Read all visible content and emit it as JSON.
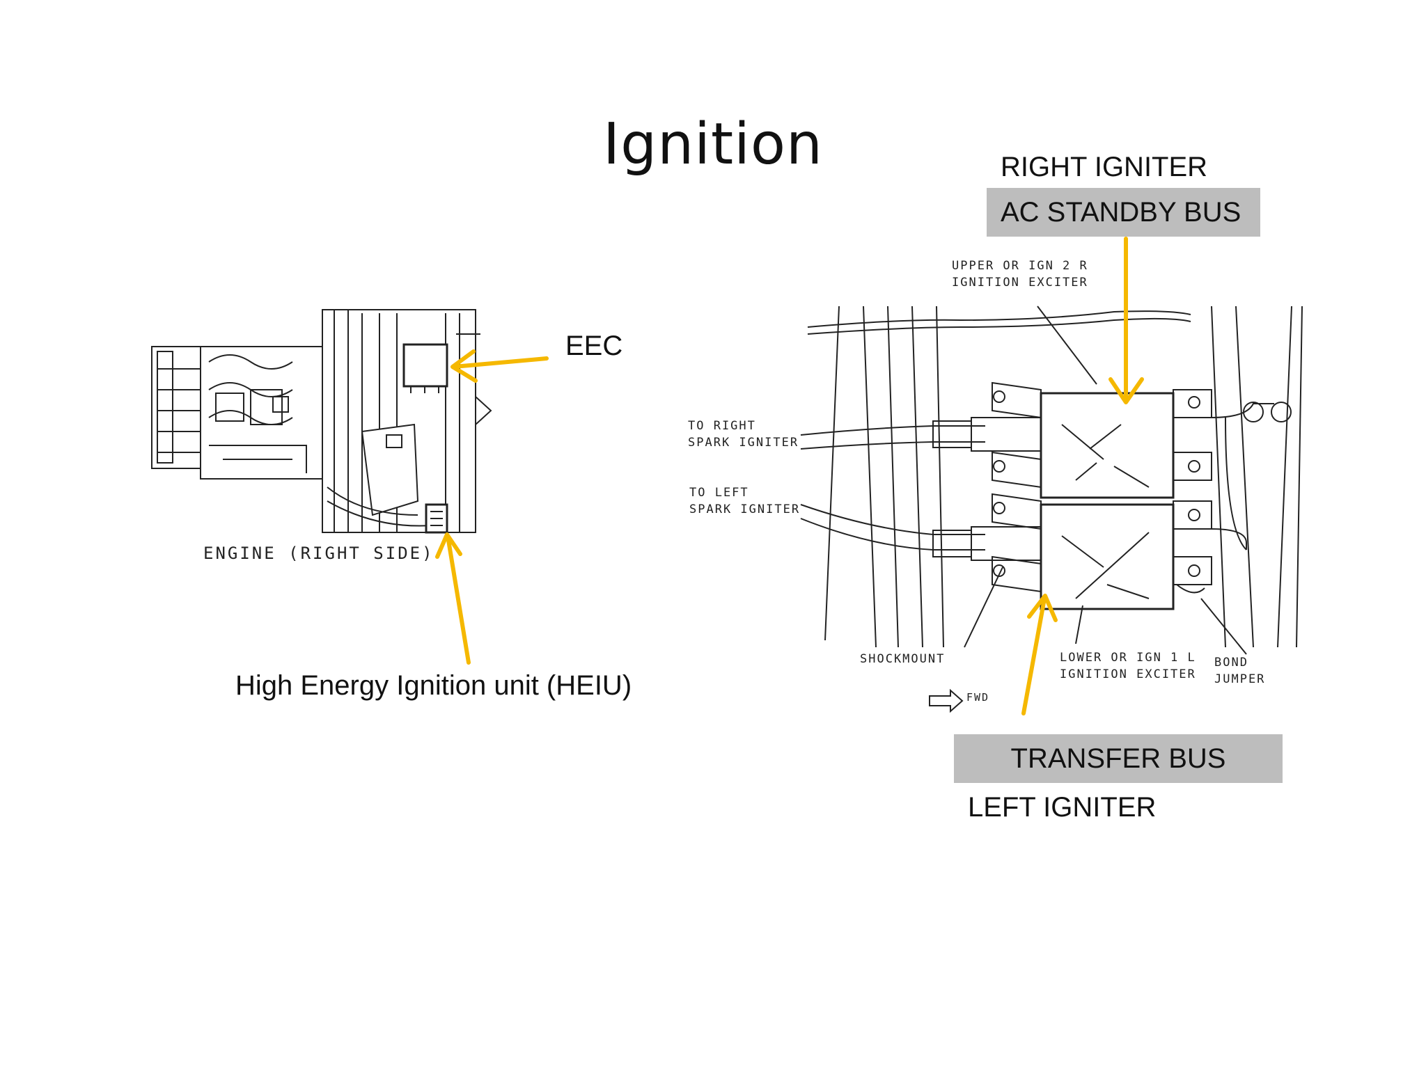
{
  "slide": {
    "title": "Ignition",
    "callouts": {
      "eec": "EEC",
      "heiu": "High Energy Ignition unit (HEIU)",
      "right_igniter": "RIGHT IGNITER",
      "ac_standby_bus": "AC STANDBY BUS",
      "transfer_bus": "TRANSFER BUS",
      "left_igniter": "LEFT IGNITER"
    },
    "engine_drawing": {
      "caption": "ENGINE (RIGHT SIDE)"
    },
    "exciter_drawing": {
      "upper_exciter": "UPPER OR IGN 2 R\nIGNITION EXCITER",
      "to_right": "TO RIGHT\nSPARK IGNITER",
      "to_left": "TO LEFT\nSPARK IGNITER",
      "shockmount": "SHOCKMOUNT",
      "lower_exciter": "LOWER OR IGN 1 L\nIGNITION EXCITER",
      "bond_jumper": "BOND\nJUMPER",
      "fwd": "FWD"
    },
    "colors": {
      "arrow": "#f5b800",
      "label_box": "#bdbdbd"
    }
  }
}
